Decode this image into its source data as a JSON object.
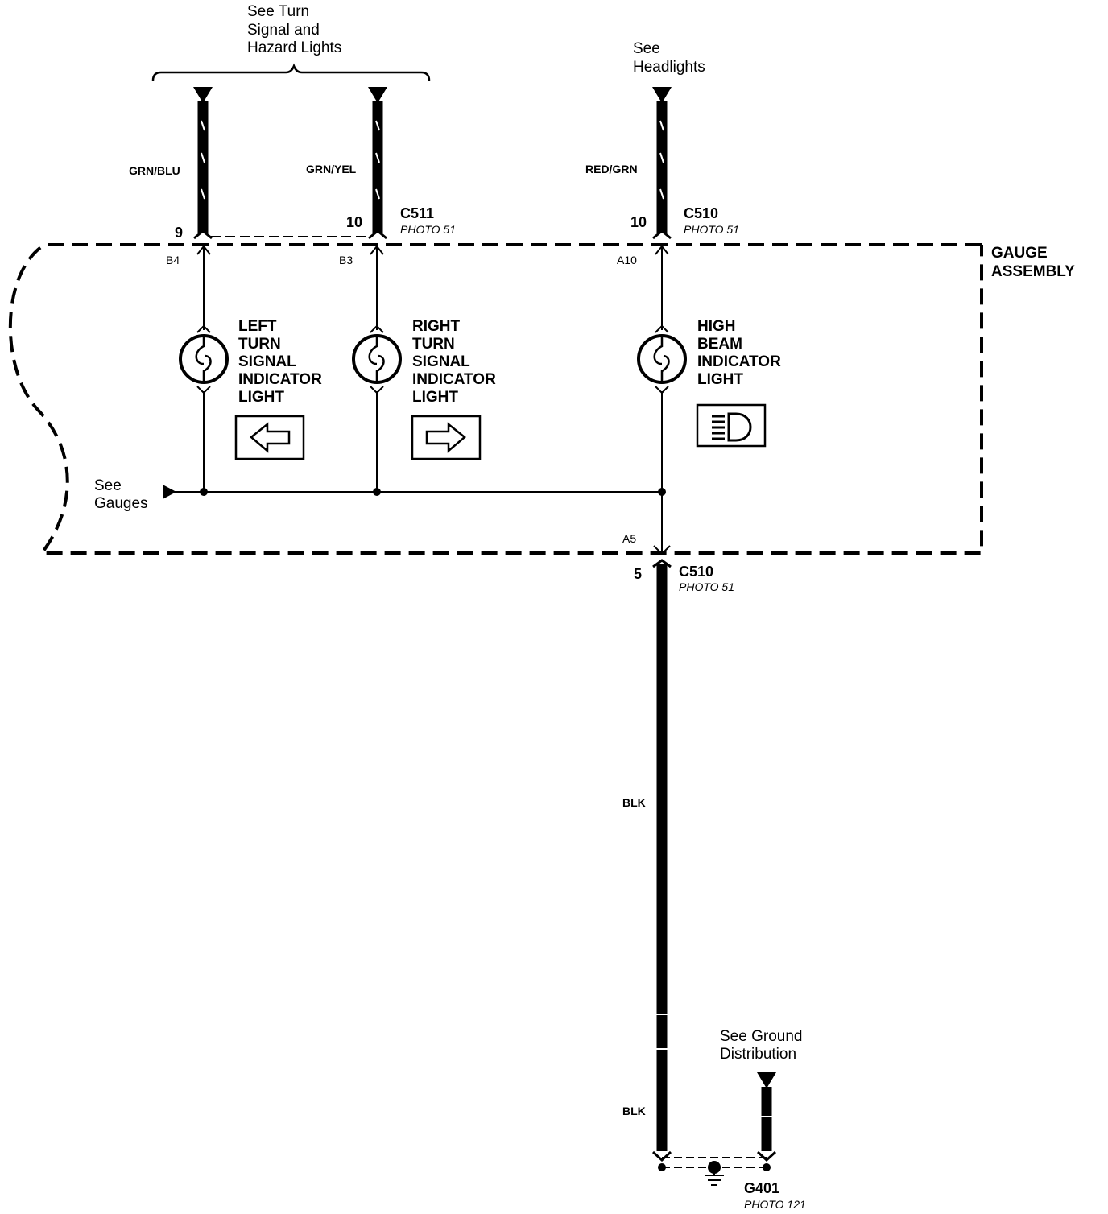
{
  "references": {
    "turn_signal": [
      "See Turn",
      "Signal and",
      "Hazard Lights"
    ],
    "headlights": [
      "See",
      "Headlights"
    ],
    "gauges": [
      "See",
      "Gauges"
    ],
    "ground_distribution": [
      "See Ground",
      "Distribution"
    ]
  },
  "wires": {
    "left_color": "GRN/BLU",
    "right_color": "GRN/YEL",
    "high_beam_color": "RED/GRN",
    "ground_upper_color": "BLK",
    "ground_lower_color": "BLK"
  },
  "connectors": {
    "c511": {
      "name": "C511",
      "photo": "PHOTO 51",
      "pin_left": "9",
      "pin_right": "10"
    },
    "c510_top": {
      "name": "C510",
      "photo": "PHOTO 51",
      "pin": "10"
    },
    "c510_bottom": {
      "name": "C510",
      "photo": "PHOTO 51",
      "pin": "5"
    }
  },
  "terminals": {
    "b4": "B4",
    "b3": "B3",
    "a10": "A10",
    "a5": "A5"
  },
  "assembly": {
    "label": [
      "GAUGE",
      "ASSEMBLY"
    ]
  },
  "components": {
    "left_light": [
      "LEFT",
      "TURN",
      "SIGNAL",
      "INDICATOR",
      "LIGHT"
    ],
    "right_light": [
      "RIGHT",
      "TURN",
      "SIGNAL",
      "INDICATOR",
      "LIGHT"
    ],
    "high_beam_light": [
      "HIGH",
      "BEAM",
      "INDICATOR",
      "LIGHT"
    ]
  },
  "ground": {
    "name": "G401",
    "photo": "PHOTO 121"
  }
}
